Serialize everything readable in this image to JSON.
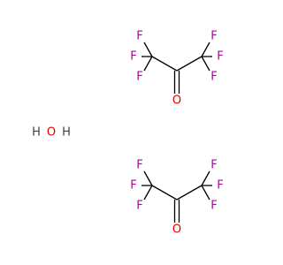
{
  "colors": {
    "fluorine": "#b3009e",
    "oxygen": "#e00000",
    "hydrogen": "#404040",
    "bond": "#000000",
    "background": "#ffffff"
  },
  "labels": {
    "fluorine": "F",
    "oxygen": "O",
    "hydrogen": "H"
  }
}
